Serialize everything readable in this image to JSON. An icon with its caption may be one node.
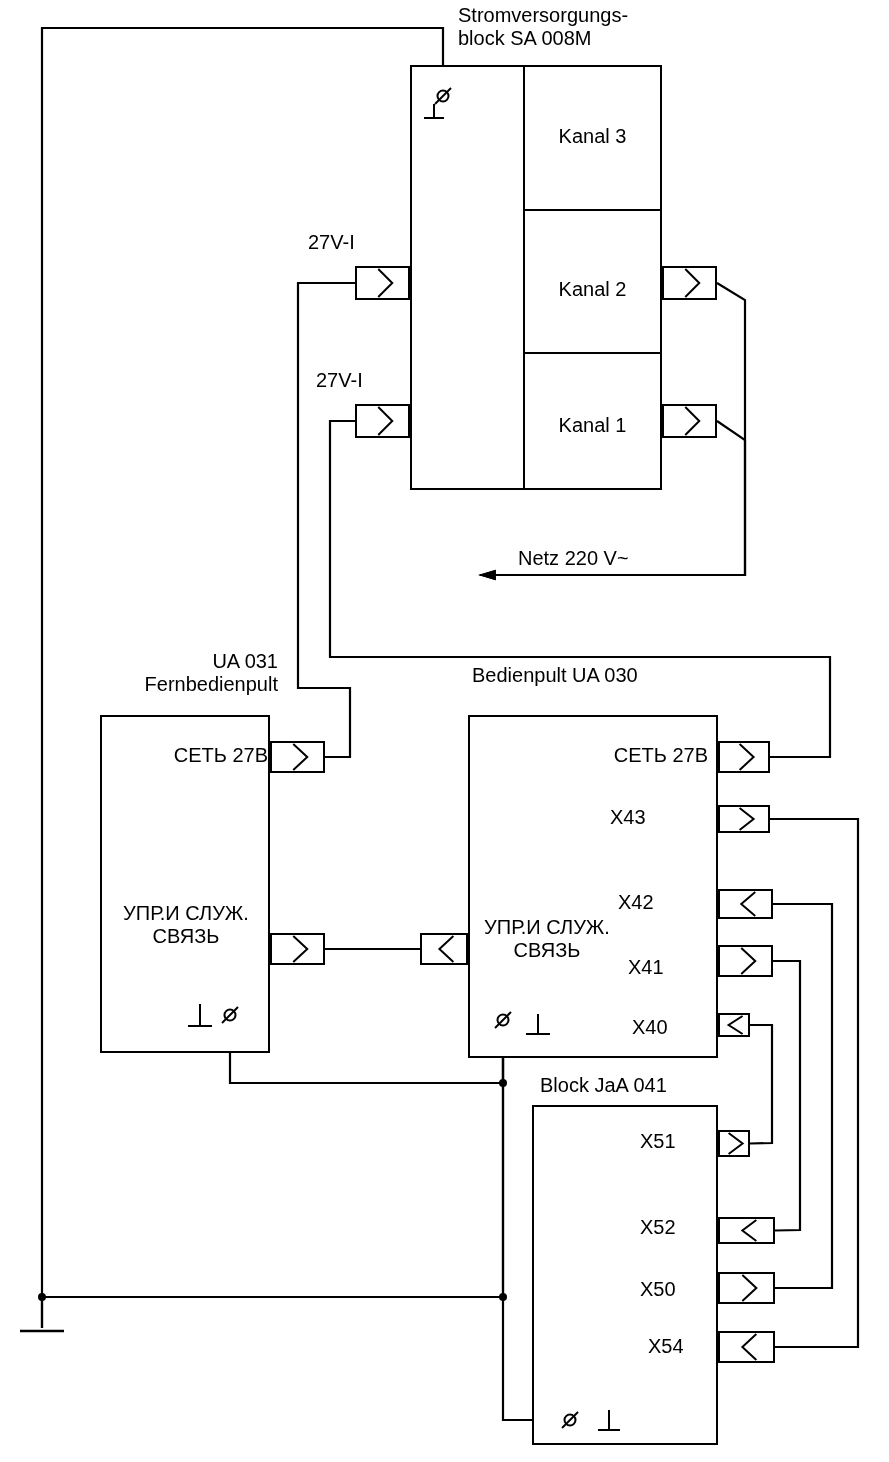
{
  "diagram": {
    "nodes": [
      {
        "text": [
          "Stromversorgungs- block SA 008M"
        ]
      },
      {
        "text": [],
        "shape": "circle",
        "in": 0
      },
      {
        "text": [
          "Kanal 3"
        ],
        "in": 0
      },
      {
        "text": [
          "Kanal 2"
        ],
        "in": 0
      },
      {
        "text": [
          "Kanal 1"
        ],
        "in": 0
      },
      {
        "text": [],
        "shape": "box",
        "beside": [
          "27V-I"
        ]
      },
      {
        "text": [],
        "shape": "box"
      },
      {
        "text": [],
        "shape": "box",
        "beside": [
          "27V-I"
        ]
      },
      {
        "text": [],
        "shape": "box"
      },
      {
        "text": [
          "UA 031 Fernbedienpult",
          "СЕТЬ 27В",
          "УПР.И СЛУЖ. СВЯЗЬ"
        ]
      },
      {
        "text": [],
        "shape": "box"
      },
      {
        "text": [],
        "shape": "box"
      },
      {
        "text": [],
        "shape": "circle",
        "in": 9
      },
      {
        "text": [
          "Bedienpult UA 030",
          "СЕТЬ 27В",
          "X43",
          "X42",
          "УПР.И СЛУЖ. СВЯЗЬ",
          "X41",
          "X40"
        ]
      },
      {
        "text": [],
        "shape": "box"
      },
      {
        "text": [],
        "shape": "box"
      },
      {
        "text": [],
        "shape": "box"
      },
      {
        "text": [],
        "shape": "box"
      },
      {
        "text": [],
        "shape": "box"
      },
      {
        "text": [],
        "shape": "box"
      },
      {
        "text": [],
        "shape": "circle",
        "in": 13
      },
      {
        "text": [
          "Block JaA 041",
          "X51",
          "X52",
          "X50",
          "X54"
        ]
      },
      {
        "text": [],
        "shape": "box"
      },
      {
        "text": [],
        "shape": "box"
      },
      {
        "text": [],
        "shape": "box"
      },
      {
        "text": [],
        "shape": "box"
      },
      {
        "text": [],
        "shape": "circle",
        "in": 21
      },
      {
        "text": [],
        "shape": "ground"
      }
    ],
    "edges": [
      {
        "from": 1,
        "to": 27,
        "arrow": "none"
      },
      {
        "from": 12,
        "to": 20,
        "arrow": "none"
      },
      {
        "from": 20,
        "to": 26,
        "arrow": "none"
      },
      {
        "from": 27,
        "to": 20,
        "arrow": "none"
      },
      {
        "from": 5,
        "to": 10,
        "arrow": "none"
      },
      {
        "from": 7,
        "to": 14,
        "arrow": "none"
      },
      {
        "from": 11,
        "to": 16,
        "arrow": "none"
      },
      {
        "from": 15,
        "to": 25,
        "arrow": "none"
      },
      {
        "from": 17,
        "to": 24,
        "arrow": "none"
      },
      {
        "from": 18,
        "to": 23,
        "arrow": "none"
      },
      {
        "from": 19,
        "to": 22,
        "arrow": "none"
      },
      {
        "from": 6,
        "to": null,
        "arrow": "to"
      },
      {
        "from": 8,
        "to": null,
        "arrow": "to",
        "label": "Netz 220 V~"
      }
    ]
  }
}
